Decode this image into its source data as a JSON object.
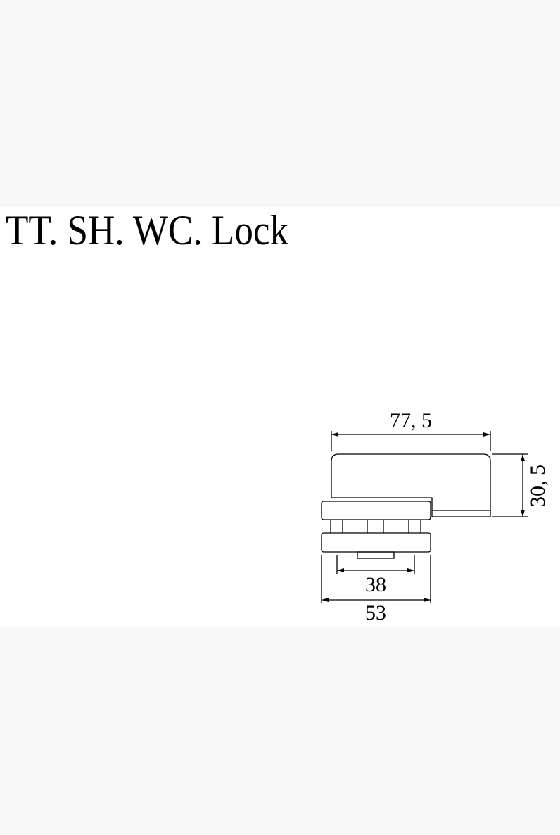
{
  "title": "TT. SH. WC. Lock",
  "dimensions": {
    "overall_length": "77, 5",
    "height": "30, 5",
    "inner_width": "38",
    "outer_width": "53"
  }
}
